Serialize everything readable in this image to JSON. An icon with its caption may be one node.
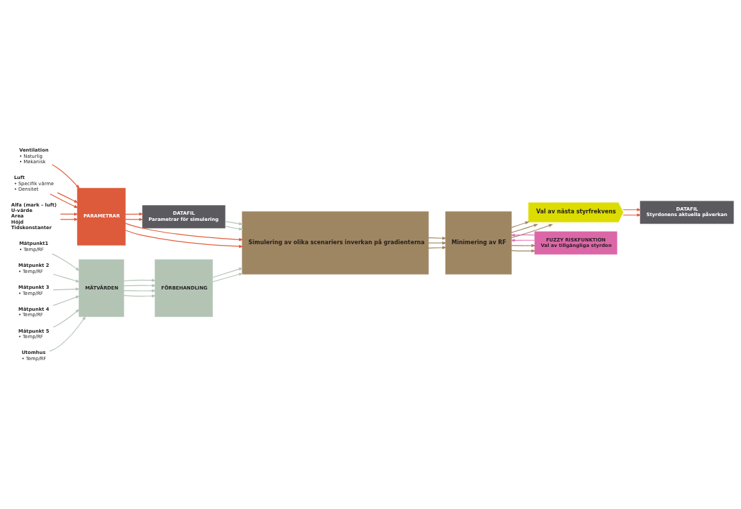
{
  "diagram": {
    "nodes": [
      {
        "text": [
          "Ventilation",
          "• Naturlig",
          "• Mekanisk"
        ]
      },
      {
        "text": [
          "Luft",
          "• Specifik värme",
          "• Densitet"
        ]
      },
      {
        "text": [
          "Alfa (mark – luft)",
          "U-värde",
          "Area",
          "Höjd",
          "Tidskonstanter"
        ]
      },
      {
        "text": [
          "Mätpunkt1",
          "• Temp/RF"
        ]
      },
      {
        "text": [
          "Mätpunkt 2",
          "• Temp/RF"
        ]
      },
      {
        "text": [
          "Mätpunkt 3",
          "• Temp/RF"
        ]
      },
      {
        "text": [
          "Mätpunkt 4",
          "• Temp/RF"
        ]
      },
      {
        "text": [
          "Mätpunkt 5",
          "• Temp/RF"
        ]
      },
      {
        "text": [
          "Utomhus",
          "• Temp/RF"
        ]
      },
      {
        "text": [
          "PARAMETRAR"
        ]
      },
      {
        "text": [
          "MÄTVÄRDEN"
        ]
      },
      {
        "text": [
          "FÖRBEHANDLING"
        ]
      },
      {
        "text": [
          "DATAFIL",
          "Parametrar för simulering"
        ]
      },
      {
        "text": [
          "DATAFIL",
          "Styrdonens aktuella påverkan"
        ]
      },
      {
        "text": [
          "Simulering av olika scenariers inverkan på gradienterna"
        ]
      },
      {
        "text": [
          "Minimering av RF"
        ]
      },
      {
        "text": [
          "Val av nästa styrfrekvens"
        ]
      },
      {
        "text": [
          "FUZZY RISKFUNKTION",
          "Val av tillgängliga styrdon"
        ]
      }
    ],
    "edges": [
      {
        "from": 0,
        "to": 9,
        "arrow": "to",
        "color": "#e05a3a"
      },
      {
        "from": 1,
        "to": 9,
        "arrow": "to",
        "color": "#e05a3a"
      },
      {
        "from": 1,
        "to": 9,
        "arrow": "to",
        "color": "#e05a3a"
      },
      {
        "from": 2,
        "to": 9,
        "arrow": "to",
        "color": "#e05a3a"
      },
      {
        "from": 2,
        "to": 9,
        "arrow": "to",
        "color": "#e05a3a"
      },
      {
        "from": 3,
        "to": 10,
        "arrow": "to"
      },
      {
        "from": 4,
        "to": 10,
        "arrow": "to"
      },
      {
        "from": 5,
        "to": 10,
        "arrow": "to"
      },
      {
        "from": 6,
        "to": 10,
        "arrow": "to"
      },
      {
        "from": 7,
        "to": 10,
        "arrow": "to"
      },
      {
        "from": 8,
        "to": 10,
        "arrow": "to"
      },
      {
        "from": 9,
        "to": 12,
        "arrow": "to",
        "color": "#e05a3a"
      },
      {
        "from": 9,
        "to": 12,
        "arrow": "to",
        "color": "#e05a3a"
      },
      {
        "from": 9,
        "to": 14,
        "arrow": "to",
        "color": "#e05a3a"
      },
      {
        "from": 9,
        "to": 14,
        "arrow": "to",
        "color": "#e05a3a"
      },
      {
        "from": 10,
        "to": 11,
        "arrow": "to"
      },
      {
        "from": 10,
        "to": 11,
        "arrow": "to"
      },
      {
        "from": 10,
        "to": 11,
        "arrow": "to"
      },
      {
        "from": 10,
        "to": 11,
        "arrow": "to"
      },
      {
        "from": 11,
        "to": 14,
        "arrow": "to"
      },
      {
        "from": 11,
        "to": 14,
        "arrow": "to"
      },
      {
        "from": 12,
        "to": 14,
        "arrow": "to"
      },
      {
        "from": 12,
        "to": 14,
        "arrow": "to"
      },
      {
        "from": 14,
        "to": 15,
        "arrow": "to",
        "color": "#9c8462"
      },
      {
        "from": 14,
        "to": 15,
        "arrow": "to",
        "color": "#9c8462"
      },
      {
        "from": 14,
        "to": 15,
        "arrow": "to",
        "color": "#9c8462"
      },
      {
        "from": 15,
        "to": 16,
        "arrow": "to",
        "color": "#9c8462"
      },
      {
        "from": 15,
        "to": 16,
        "arrow": "to",
        "color": "#9c8462"
      },
      {
        "from": 15,
        "to": 16,
        "arrow": "to",
        "color": "#9c8462"
      },
      {
        "from": 16,
        "to": 13,
        "arrow": "to",
        "color": "#e05a3a"
      },
      {
        "from": 16,
        "to": 13,
        "arrow": "to",
        "color": "#e05a3a"
      },
      {
        "from": 15,
        "to": 17,
        "arrow": "to",
        "color": "#9c8462"
      },
      {
        "from": 15,
        "to": 17,
        "arrow": "to",
        "color": "#9c8462"
      },
      {
        "from": 17,
        "to": 15,
        "arrow": "to",
        "color": "#e070b0"
      },
      {
        "from": 17,
        "to": 15,
        "arrow": "to",
        "color": "#e070b0"
      }
    ]
  }
}
